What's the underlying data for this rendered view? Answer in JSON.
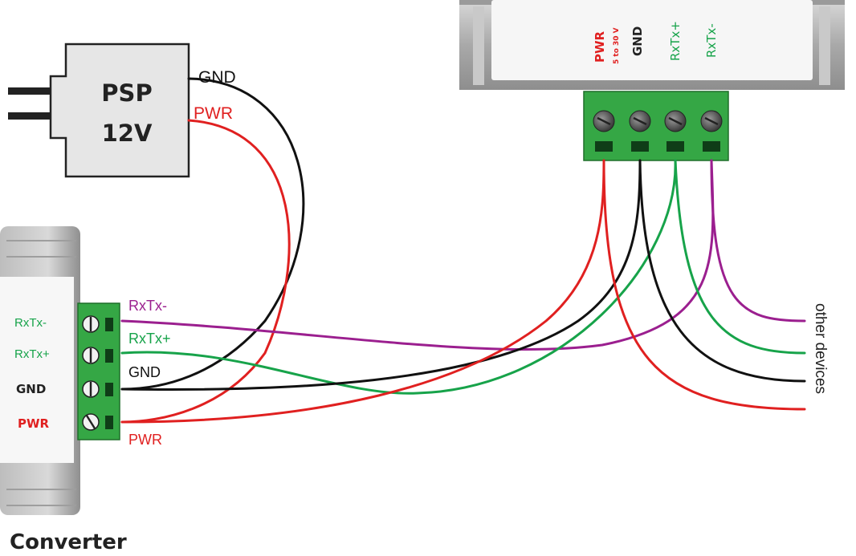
{
  "psu": {
    "line1": "PSP",
    "line2": "12V"
  },
  "psu_wires": {
    "gnd": "GND",
    "pwr": "PWR"
  },
  "device": {
    "pwr": "PWR",
    "pwr_range": "5 to 30 V",
    "gnd": "GND",
    "rxtx_plus": "RxTx+",
    "rxtx_minus": "RxTx-"
  },
  "converter": {
    "rxtx_minus": "RxTx-",
    "rxtx_plus": "RxTx+",
    "gnd": "GND",
    "pwr": "PWR",
    "title": "Converter"
  },
  "wire_labels": {
    "rxtx_minus": "RxTx-",
    "rxtx_plus": "RxTx+",
    "gnd": "GND",
    "pwr": "PWR"
  },
  "other_devices": "other devices",
  "colors": {
    "pwr": "#e02020",
    "gnd": "#111111",
    "rxtx_plus": "#17a34a",
    "rxtx_minus": "#9b1f8f",
    "terminal": "#35a745",
    "housing": "#b5b5b5"
  }
}
